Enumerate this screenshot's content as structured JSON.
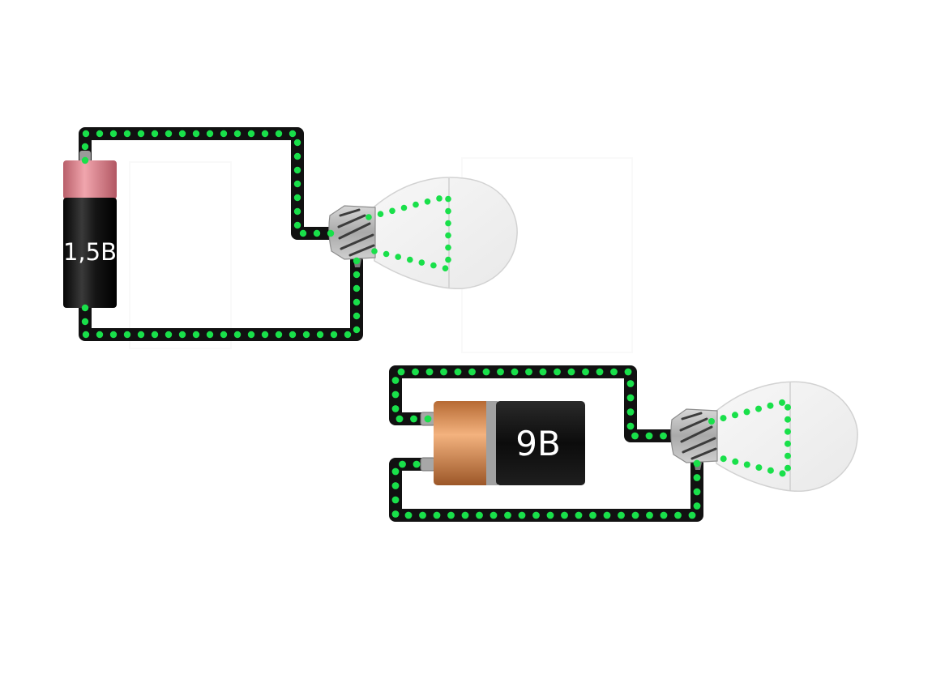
{
  "colors": {
    "wire": "#111111",
    "current_dots": "#19e04a",
    "bulb_glass": "#f1f1f1",
    "bulb_outline": "#d6d6d6",
    "bulb_base": "#bdbdbd",
    "battery_body": "#141414",
    "aa_cap": "#e6909a",
    "nine_volt_copper": "#d98a4c"
  },
  "circuit_1": {
    "battery_label": "1,5В",
    "battery_type": "AA cell",
    "icon": "lightbulb-icon"
  },
  "circuit_2": {
    "battery_label": "9В",
    "battery_type": "9-volt battery",
    "icon": "lightbulb-icon"
  }
}
